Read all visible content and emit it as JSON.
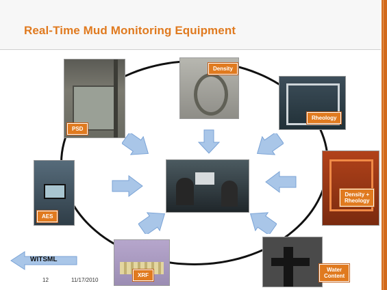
{
  "slide": {
    "title": "Real-Time Mud Monitoring Equipment",
    "footer": {
      "page_number": "12",
      "date": "11/17/2010"
    }
  },
  "equipment_labels": {
    "psd": "PSD",
    "density": "Density",
    "rheology": "Rheology",
    "density_rheology_line1": "Density +",
    "density_rheology_line2": "Rheology",
    "aes": "AES",
    "xrf": "XRF",
    "water_line1": "Water",
    "water_line2": "Content"
  },
  "output": {
    "witsml_label": "WITSML"
  },
  "colors": {
    "accent": "#e07a1f",
    "arrow_fill": "#a9c6e8",
    "arrow_stroke": "#7aa3d6"
  },
  "icons": {
    "inflow_arrows": "arrow-icon",
    "witsml_arrow": "left-arrow-icon"
  }
}
